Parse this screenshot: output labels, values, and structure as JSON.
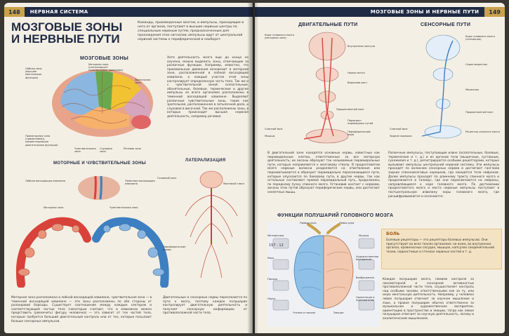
{
  "left_page": {
    "page_number": "148",
    "section": "НЕРВНАЯ СИСТЕМА",
    "title": "МОЗГОВЫЕ ЗОНЫ\nИ НЕРВНЫЕ ПУТИ",
    "intro": "Команды, произведенные мозгом, и импульсы, приходящие в него от органов, поступают в высшие нервные центры по специальным нервным путям, предназначенным для прохождения этих сигналов; импульсы идут от центральной нервной системы к периферической и наоборот.",
    "brain_zones_title": "МОЗГОВЫЕ ЗОНЫ",
    "brain_labels": {
      "motor": "Моторная зона (контролирует произвольные движения)",
      "frontal": "Лобная зона (высшие ментальные функции)",
      "visual": "Зрительная зона",
      "premotor": "Премоторная зона (примитивная, корректирующая двигательные функции)",
      "sensitive": "Чувствительная зона",
      "hearing": "Слуховая зона",
      "speech": "Речевая зона"
    },
    "brain_text": "Хотя деятельность мозга еще до конца не изучена, можно выделить зоны, отвечающие за различные функции. Например, известно, что произвольные движения возникают в моторной зоне, расположенной в лобной восходящей извилине, а каждый участок этой зоны контролирует определенную часть тела. Так же и с чувствительной зоной: осязательные, обонятельные, болевые, термические и другие импульсы из всего организма расположены в теменной восходящей извилине. Выделяют различные чувствительные зоны, такие как зрительная, расположенная в затылочной доле, и слуховая в височной. Так же расположены зоны, в которых происходит высшая нервная деятельность, например речевая.",
    "motor_sensory_title": "МОТОРНЫЕ И ЧУВСТВИТЕЛЬНЫЕ ЗОНЫ",
    "ms_labels": {
      "left_gyrus": "Лобная восходящая извилина",
      "right_gyrus": "Теменная восходящая извилина",
      "motor_zone": "Моторная зона",
      "sensory_zone": "Чувствительная зона"
    },
    "lateralization_title": "ЛАТЕРАЛИЗАЦИЯ",
    "lat_labels": {
      "brain": "Головной мозг",
      "spinal": "Мозговой ствол",
      "peripheral": "Периферические нервы"
    },
    "bottom_text_left": "Моторная зона расположена в лобной восходящей извилине, чувствительная зона — в теменной восходящей извилине — эти зоны расположены по обе стороны от роландовой борозды. Существует соотношение между каждым сектором и соответствующей частью тела (некоторые считают, что в извилинах можно представить (увеличить) фигуру человечка) — это зависит от тех частей тела, которым требуется больший двигательный контроль или от тех, которые посылают больше сенсорных импульсов.",
    "bottom_text_right": "Двигательные и сенсорные нервы пересекаются по пути к мозгу, поэтому каждое полушарие контролирует двигательную деятельность и получает сенсорную информацию от противоположной части тела."
  },
  "right_page": {
    "page_number": "149",
    "section": "МОЗГОВЫЕ ЗОНЫ И НЕРВНЫЕ ПУТИ",
    "motor_paths_title": "ДВИГАТЕЛЬНЫЕ ПУТИ",
    "sensory_paths_title": "СЕНСОРНЫЕ ПУТИ",
    "motor_labels": {
      "cortex": "Кора головного мозга (моторная зона)",
      "capsule": "Внутренняя капсула",
      "peduncle": "Ножки мозга",
      "pons": "Варолиев мост",
      "medulla": "Продолговатый мозг",
      "crossing": "Перекрест пирамидных путей",
      "spinal": "Спинной мозг",
      "peripheral": "Периферический нерв",
      "muscle": "Мышцы"
    },
    "sensory_labels": {
      "cortex": "Кора головного мозга (сенсорная)",
      "thalamus": "Серое вещество",
      "brainstem": "Мозжечок",
      "medulla": "Продолговатый мозг",
      "spinal": "Спинной мозг",
      "ganglion": "Задние корешки",
      "receptor": "Рецептор спинного мозга"
    },
    "motor_text": "В двигательной зоне находятся основные нервы, известные как пирамидальные клетки, ответственные за все моторную деятельность; их аксоны образуют так называемые пирамидальные пути, которые направляются к мозговому стволу. В продолговатом мозге нервные волокна разделяются на ответвления или перехватываются и образуют пирамидально пересекающиеся пути, которые опускаются по боковому пути, в другие нервы, так как остальные составляют прямой пирамидальный путь, продолжаясь по переднему пучку спинного мозга. Установив контакт с нервами, аксоны этих путей образуют периферические нервы, они достигают скелетных мышц.",
    "sensory_text": "Различные импульсы, поступающие извне (осязательные, болевые, термические и т. д.) и из органов тела (мышечные, суставные, сухожилия и т. д.), регистрируются особыми рецепторами, которые вызывают импульсы центральной нервной системы. Эти импульсы проходят по волокнам сенсорных нервов и достигают ганглиев задних спинномозговых корешков, где находятся тела нейронов. Далее импульсы проходят по длинному тракту спинного мозга и продолжаются в таламус, где они переключаются на нейроны, направляющиеся к коре головного мозга. По достижении продолговатого мозга и моста нервные импульсы поступают в постцентральную извилину коры головного мозга, где расшифровываются и осознаются.",
    "hemi_title": "ФУНКЦИИ ПОЛУШАРИЙ ГОЛОВНОГО МОЗГА",
    "hemi_labels": {
      "right_hand": "Правая рука",
      "left_hand": "Левая рука",
      "math": "Математика",
      "language": "Язык",
      "writing": "Письмо",
      "science": "Наука",
      "numbers": "157 : 12",
      "music": "Музыка",
      "art": "Художественное восприятие",
      "imagination": "Воображение",
      "orientation": "Ориентация в пространстве",
      "reading": "Чтение и письмо",
      "emotion": "Эмоции"
    },
    "pain_box_title": "БОЛЬ",
    "pain_box_text": "Болевые рецепторы — это рецепторы болевых импульсов. Они присутствуют во всех тканях организма: на коже, во внутренних органах, кровеносных сосудах, мышцах, капсулах соединительной ткани, надкостнице и стенках нервных костей и т. д.",
    "hemi_text": "Каждое полушарие мозга, помимо контроля за локомоторной и сенсорной активностью противоположной части тела, осуществляет контроль над особыми зонами, ответственными как за ту, или иную ментальную деятельность. Например, у человека левое полушарие отвечает за научное мышление и язык, а правое полушарие обычно ответственно за музыкальное и художественное восприятие, ориентацию в пространстве и эмоции, тогда как левое полушарие отвечает за научную деятельность, логику и аналитическим мышлением."
  },
  "colors": {
    "header": "#1f2a44",
    "accent": "#c9a24a",
    "motor_red": "#d9423a",
    "sensory_blue": "#3d7fc1"
  }
}
